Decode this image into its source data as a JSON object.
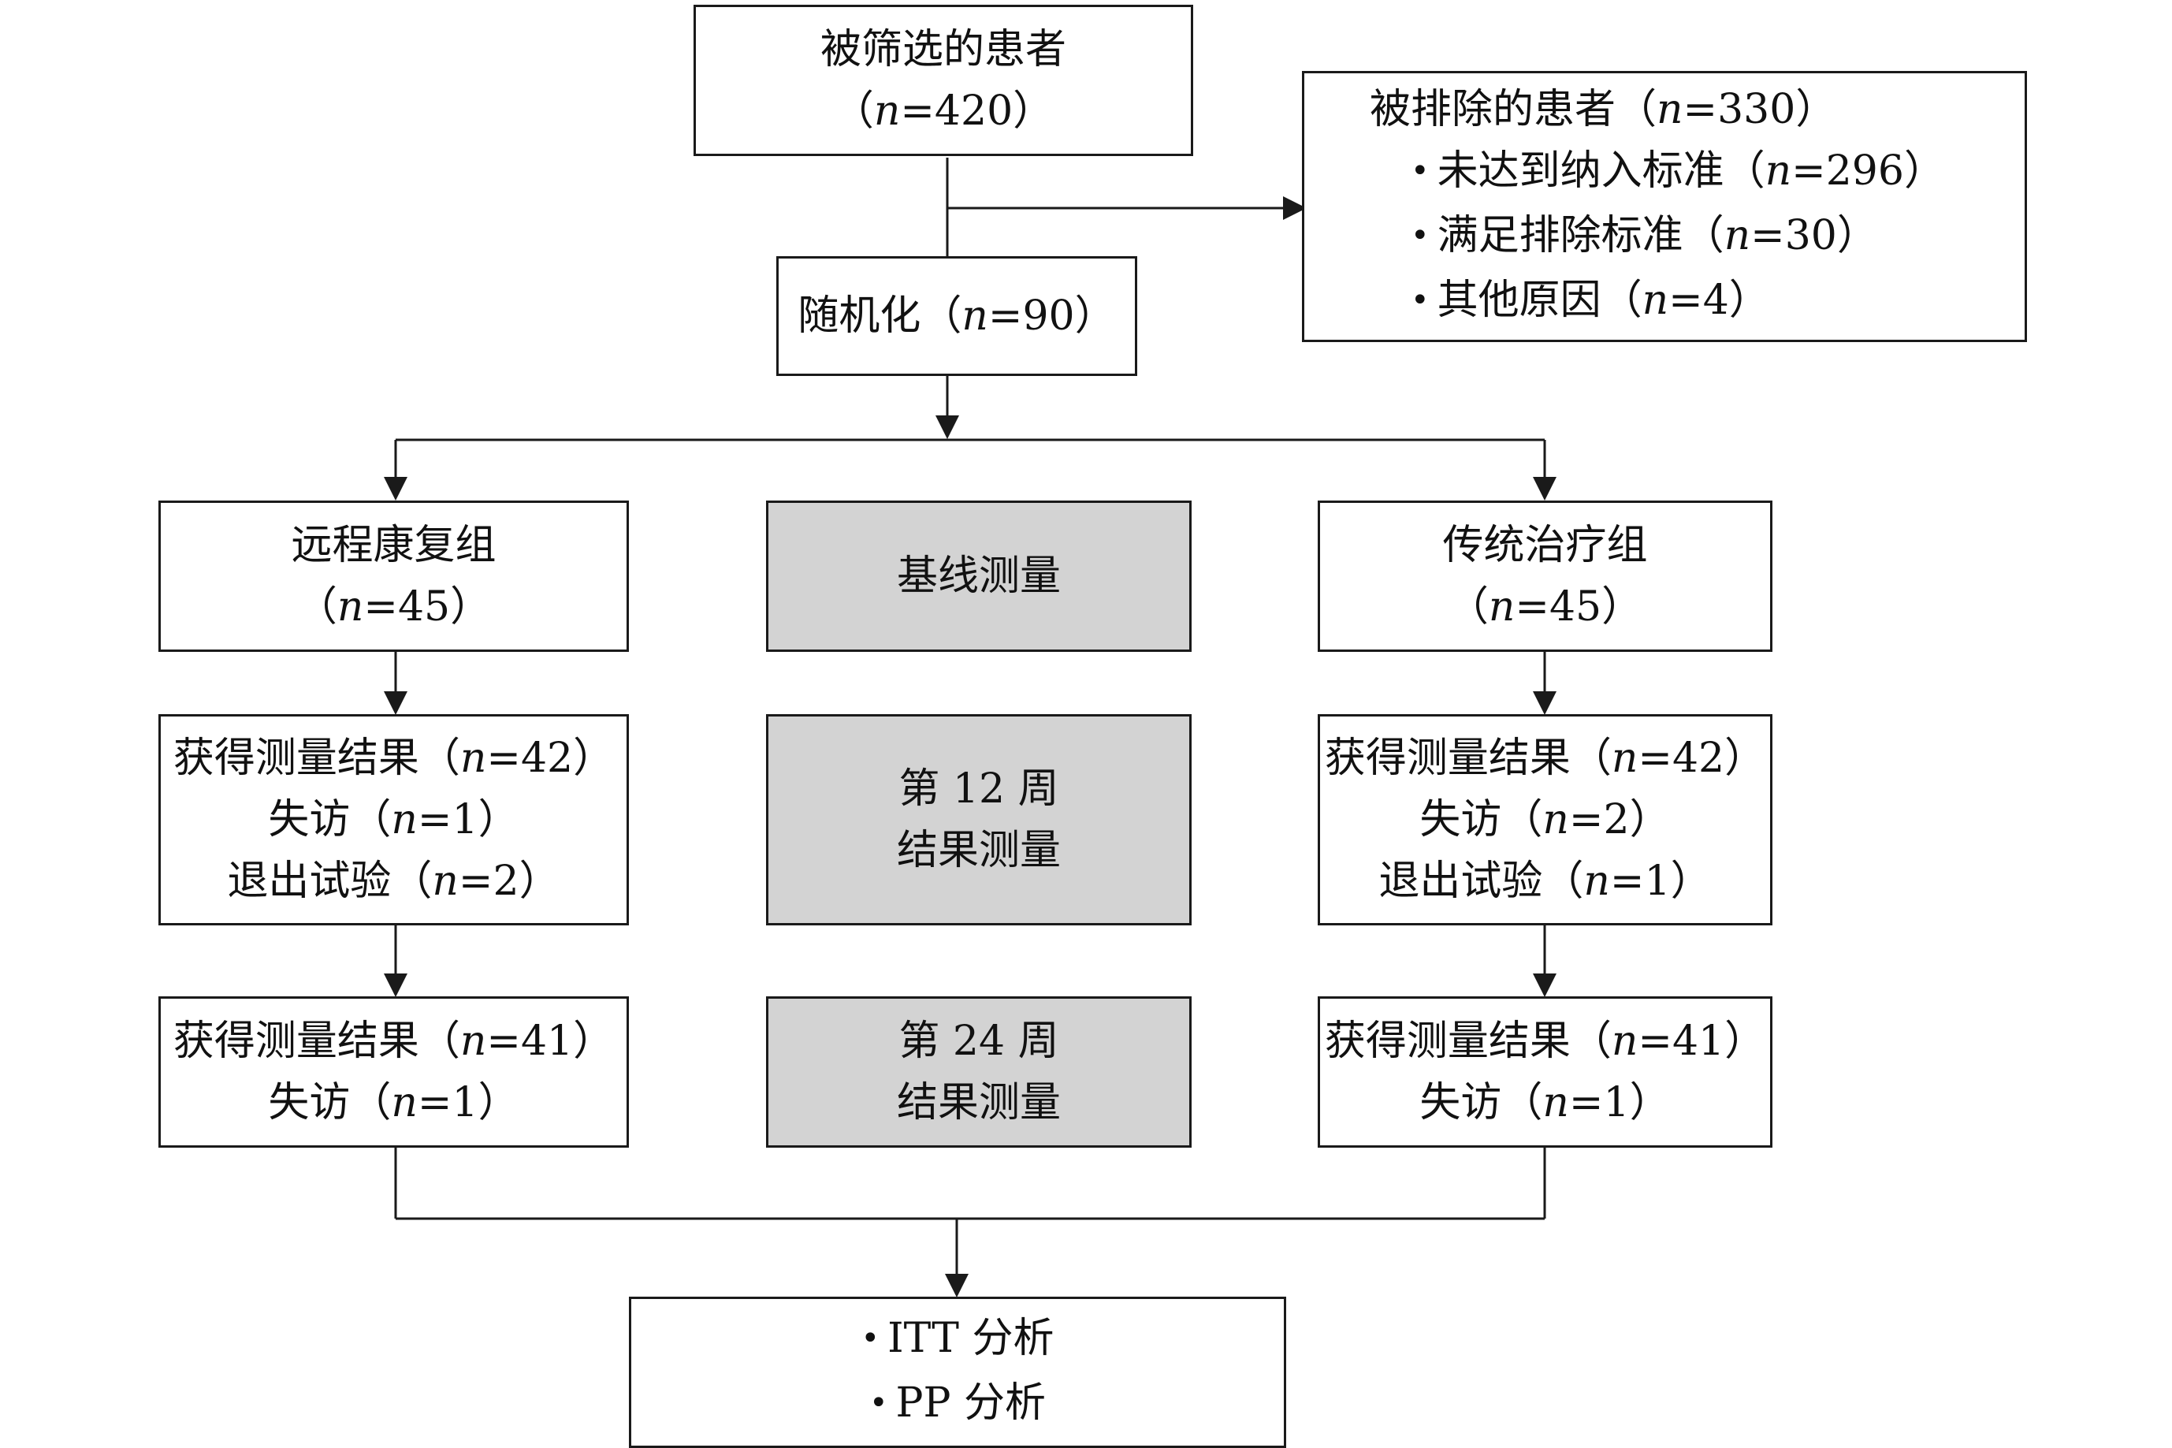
{
  "screened": {
    "title": "被筛选的患者",
    "n": "（n=420）"
  },
  "excluded": {
    "title": "被排除的患者（n=330）",
    "reasons": [
      "未达到纳入标准（n=296）",
      "满足排除标准（n=30）",
      "其他原因（n=4）"
    ]
  },
  "randomized": {
    "text": "随机化（n=90）"
  },
  "left_group": {
    "name": "远程康复组",
    "n": "（n=45）",
    "week12": [
      "获得测量结果（n=42）",
      "失访（n=1）",
      "退出试验（n=2）"
    ],
    "week24": [
      "获得测量结果（n=41）",
      "失访（n=1）"
    ]
  },
  "right_group": {
    "name": "传统治疗组",
    "n": "（n=45）",
    "week12": [
      "获得测量结果（n=42）",
      "失访（n=2）",
      "退出试验（n=1）"
    ],
    "week24": [
      "获得测量结果（n=41）",
      "失访（n=1）"
    ]
  },
  "timeline": {
    "baseline": "基线测量",
    "week12": [
      "第 12 周",
      "结果测量"
    ],
    "week24": [
      "第 24 周",
      "结果测量"
    ]
  },
  "analysis": [
    "ITT 分析",
    "PP 分析"
  ]
}
